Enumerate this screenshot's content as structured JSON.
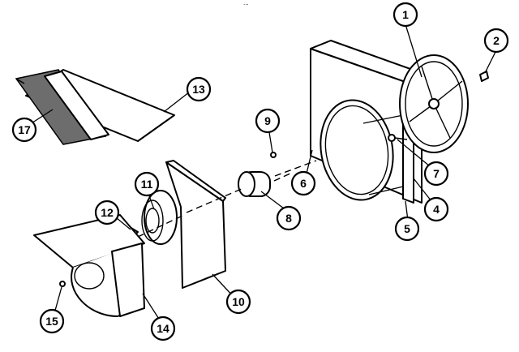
{
  "diagram": {
    "header_fragment": "...",
    "callouts": [
      "1",
      "2",
      "4",
      "5",
      "6",
      "7",
      "8",
      "9",
      "10",
      "11",
      "12",
      "13",
      "14",
      "15",
      "17"
    ]
  },
  "colors": {
    "line": "#000000",
    "background": "#ffffff",
    "hatch": "#6d6d6d"
  }
}
